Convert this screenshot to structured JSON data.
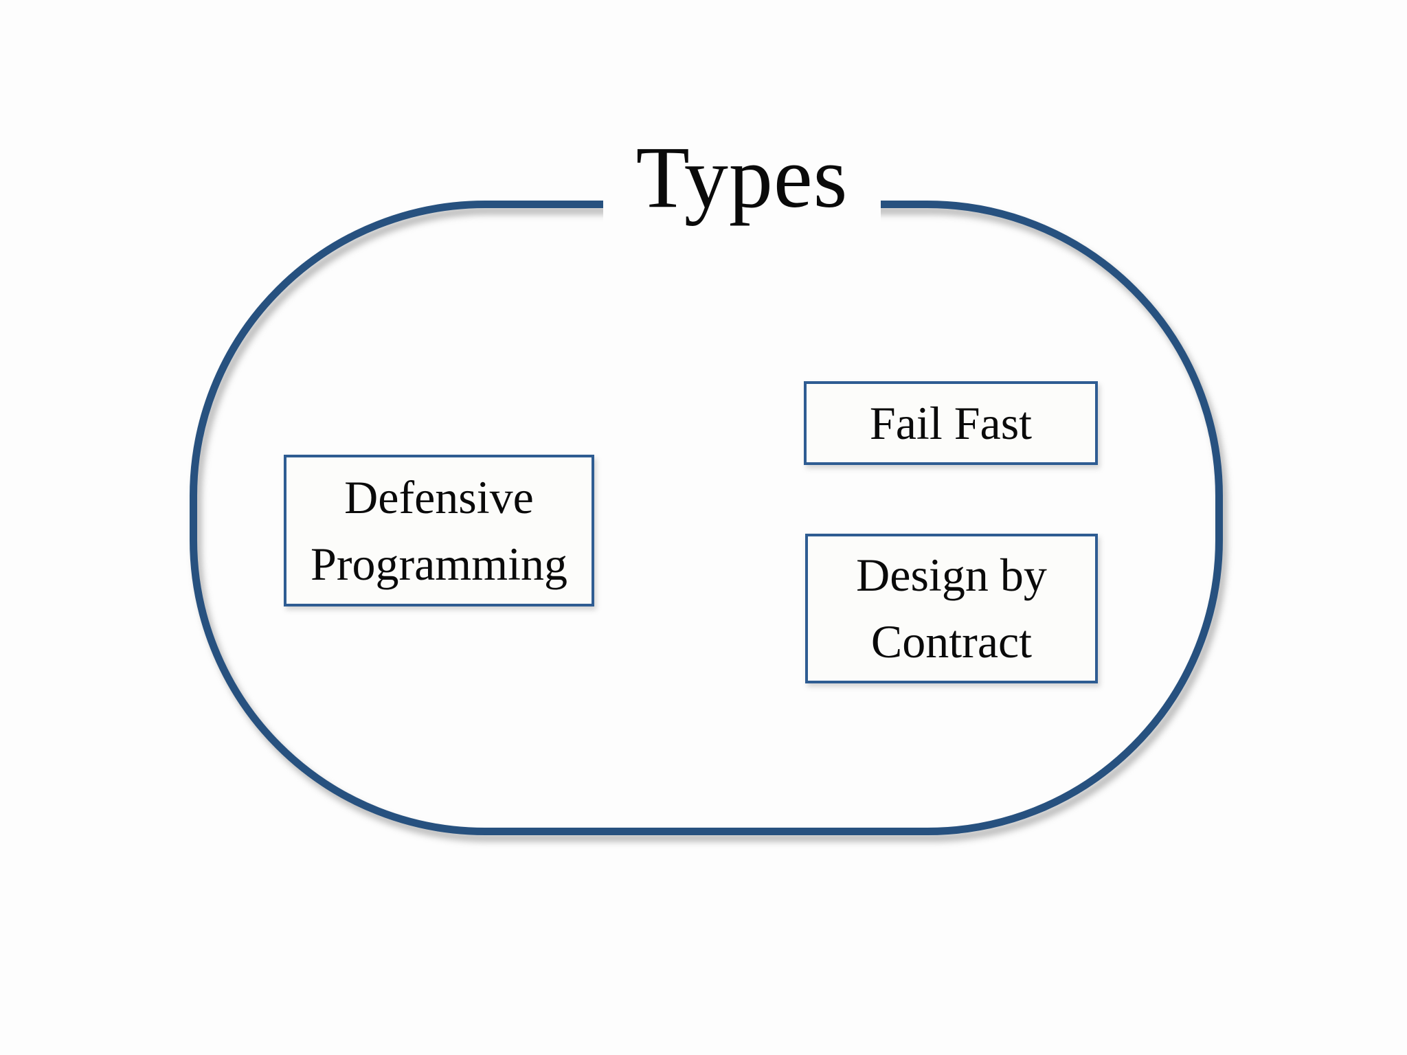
{
  "slide": {
    "title": "Types"
  },
  "boxes": [
    {
      "id": "defensive-programming",
      "lines": [
        "Defensive",
        "Programming"
      ]
    },
    {
      "id": "fail-fast",
      "lines": [
        "Fail Fast"
      ]
    },
    {
      "id": "design-by-contract",
      "lines": [
        "Design by",
        "Contract"
      ]
    }
  ],
  "colors": {
    "frame-border": "#27517F",
    "box-border": "#2E5C92",
    "text": "#0A0A0A",
    "background": "#FDFDFD",
    "box-bg": "#FCFCFA"
  }
}
